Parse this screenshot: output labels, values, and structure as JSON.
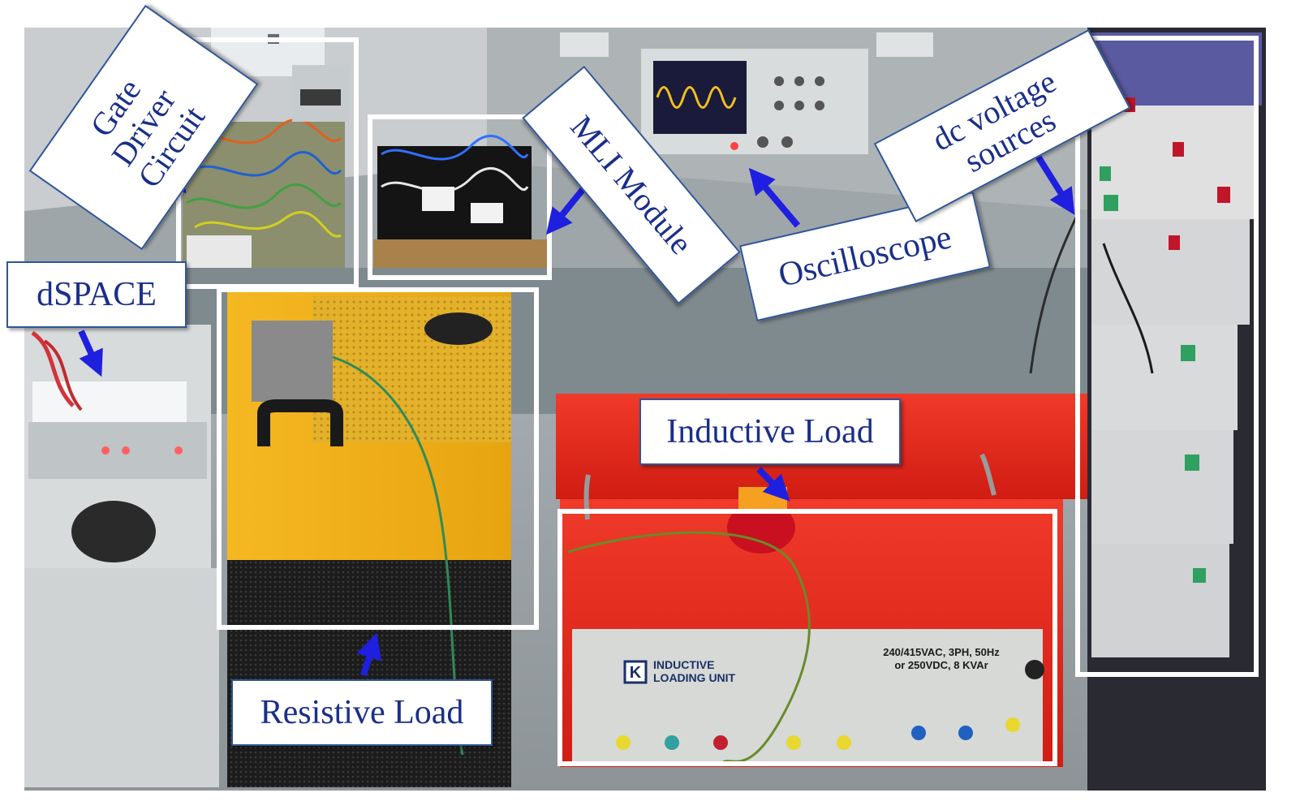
{
  "labels": {
    "gate_driver": "Gate Driver Circuit",
    "mli_module": "MLI Module",
    "oscilloscope": "Oscilloscope",
    "dc_sources": "dc voltage sources",
    "dspace": "dSPACE",
    "resistive_load": "Resistive Load",
    "inductive_load": "Inductive Load"
  },
  "equipment_text": {
    "inductive_unit_line1": "INDUCTIVE",
    "inductive_unit_line2": "LOADING UNIT",
    "inductive_rating_line1": "240/415VAC, 3PH, 50Hz",
    "inductive_rating_line2": "or 250VDC, 8 KVAr",
    "brand_mark": "K"
  },
  "colors": {
    "callout_text": "#1a2f8a",
    "callout_border": "#2f5597",
    "arrow": "#1f1fe0",
    "highlight_box": "#ffffff",
    "resistive_load_body": "#f2b01e",
    "inductive_load_body": "#e8281c",
    "scope_trace": "#f0c020"
  }
}
